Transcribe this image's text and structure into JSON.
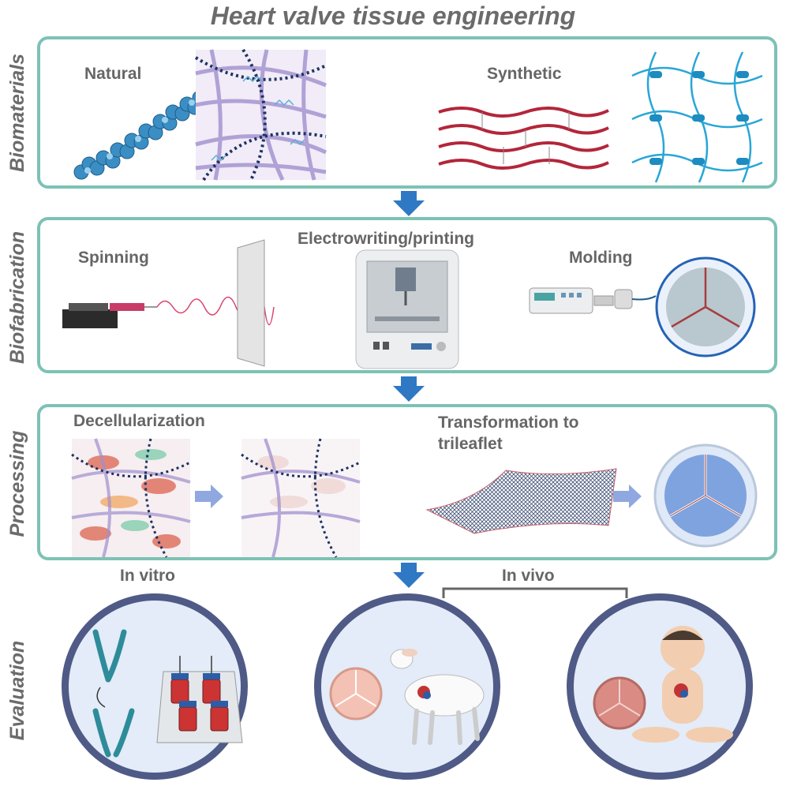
{
  "title": "Heart valve tissue engineering",
  "sections": {
    "biomaterials": {
      "label": "Biomaterials",
      "natural": "Natural",
      "synthetic": "Synthetic"
    },
    "biofabrication": {
      "label": "Biofabrication",
      "spinning": "Spinning",
      "electrowriting": "Electrowriting/printing",
      "molding": "Molding"
    },
    "processing": {
      "label": "Processing",
      "decellularization": "Decellularization",
      "transformation": "Transformation to trileaflet"
    },
    "evaluation": {
      "label": "Evaluation",
      "in_vitro": "In vitro",
      "in_vivo": "In vivo"
    }
  },
  "colors": {
    "panel_border": "#7cc2b5",
    "arrow": "#2f78c4",
    "circle_border": "#4f5a86",
    "fiber_purple": "#9b86c9",
    "fiber_dark": "#1f3263",
    "synthetic_red": "#b3263a",
    "hydrogel_blue": "#29a6d6"
  }
}
